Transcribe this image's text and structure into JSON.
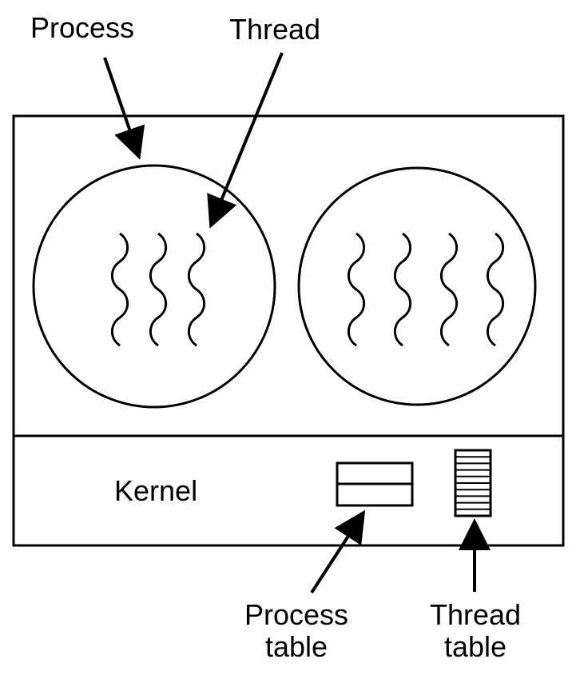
{
  "labels": {
    "process": "Process",
    "thread": "Thread",
    "kernel": "Kernel",
    "process_table_line1": "Process",
    "process_table_line2": "table",
    "thread_table_line1": "Thread",
    "thread_table_line2": "table"
  },
  "processes": [
    {
      "thread_count": 3
    },
    {
      "thread_count": 4
    }
  ],
  "thread_table_rows": 10,
  "colors": {
    "stroke": "#000000",
    "background": "#ffffff"
  }
}
